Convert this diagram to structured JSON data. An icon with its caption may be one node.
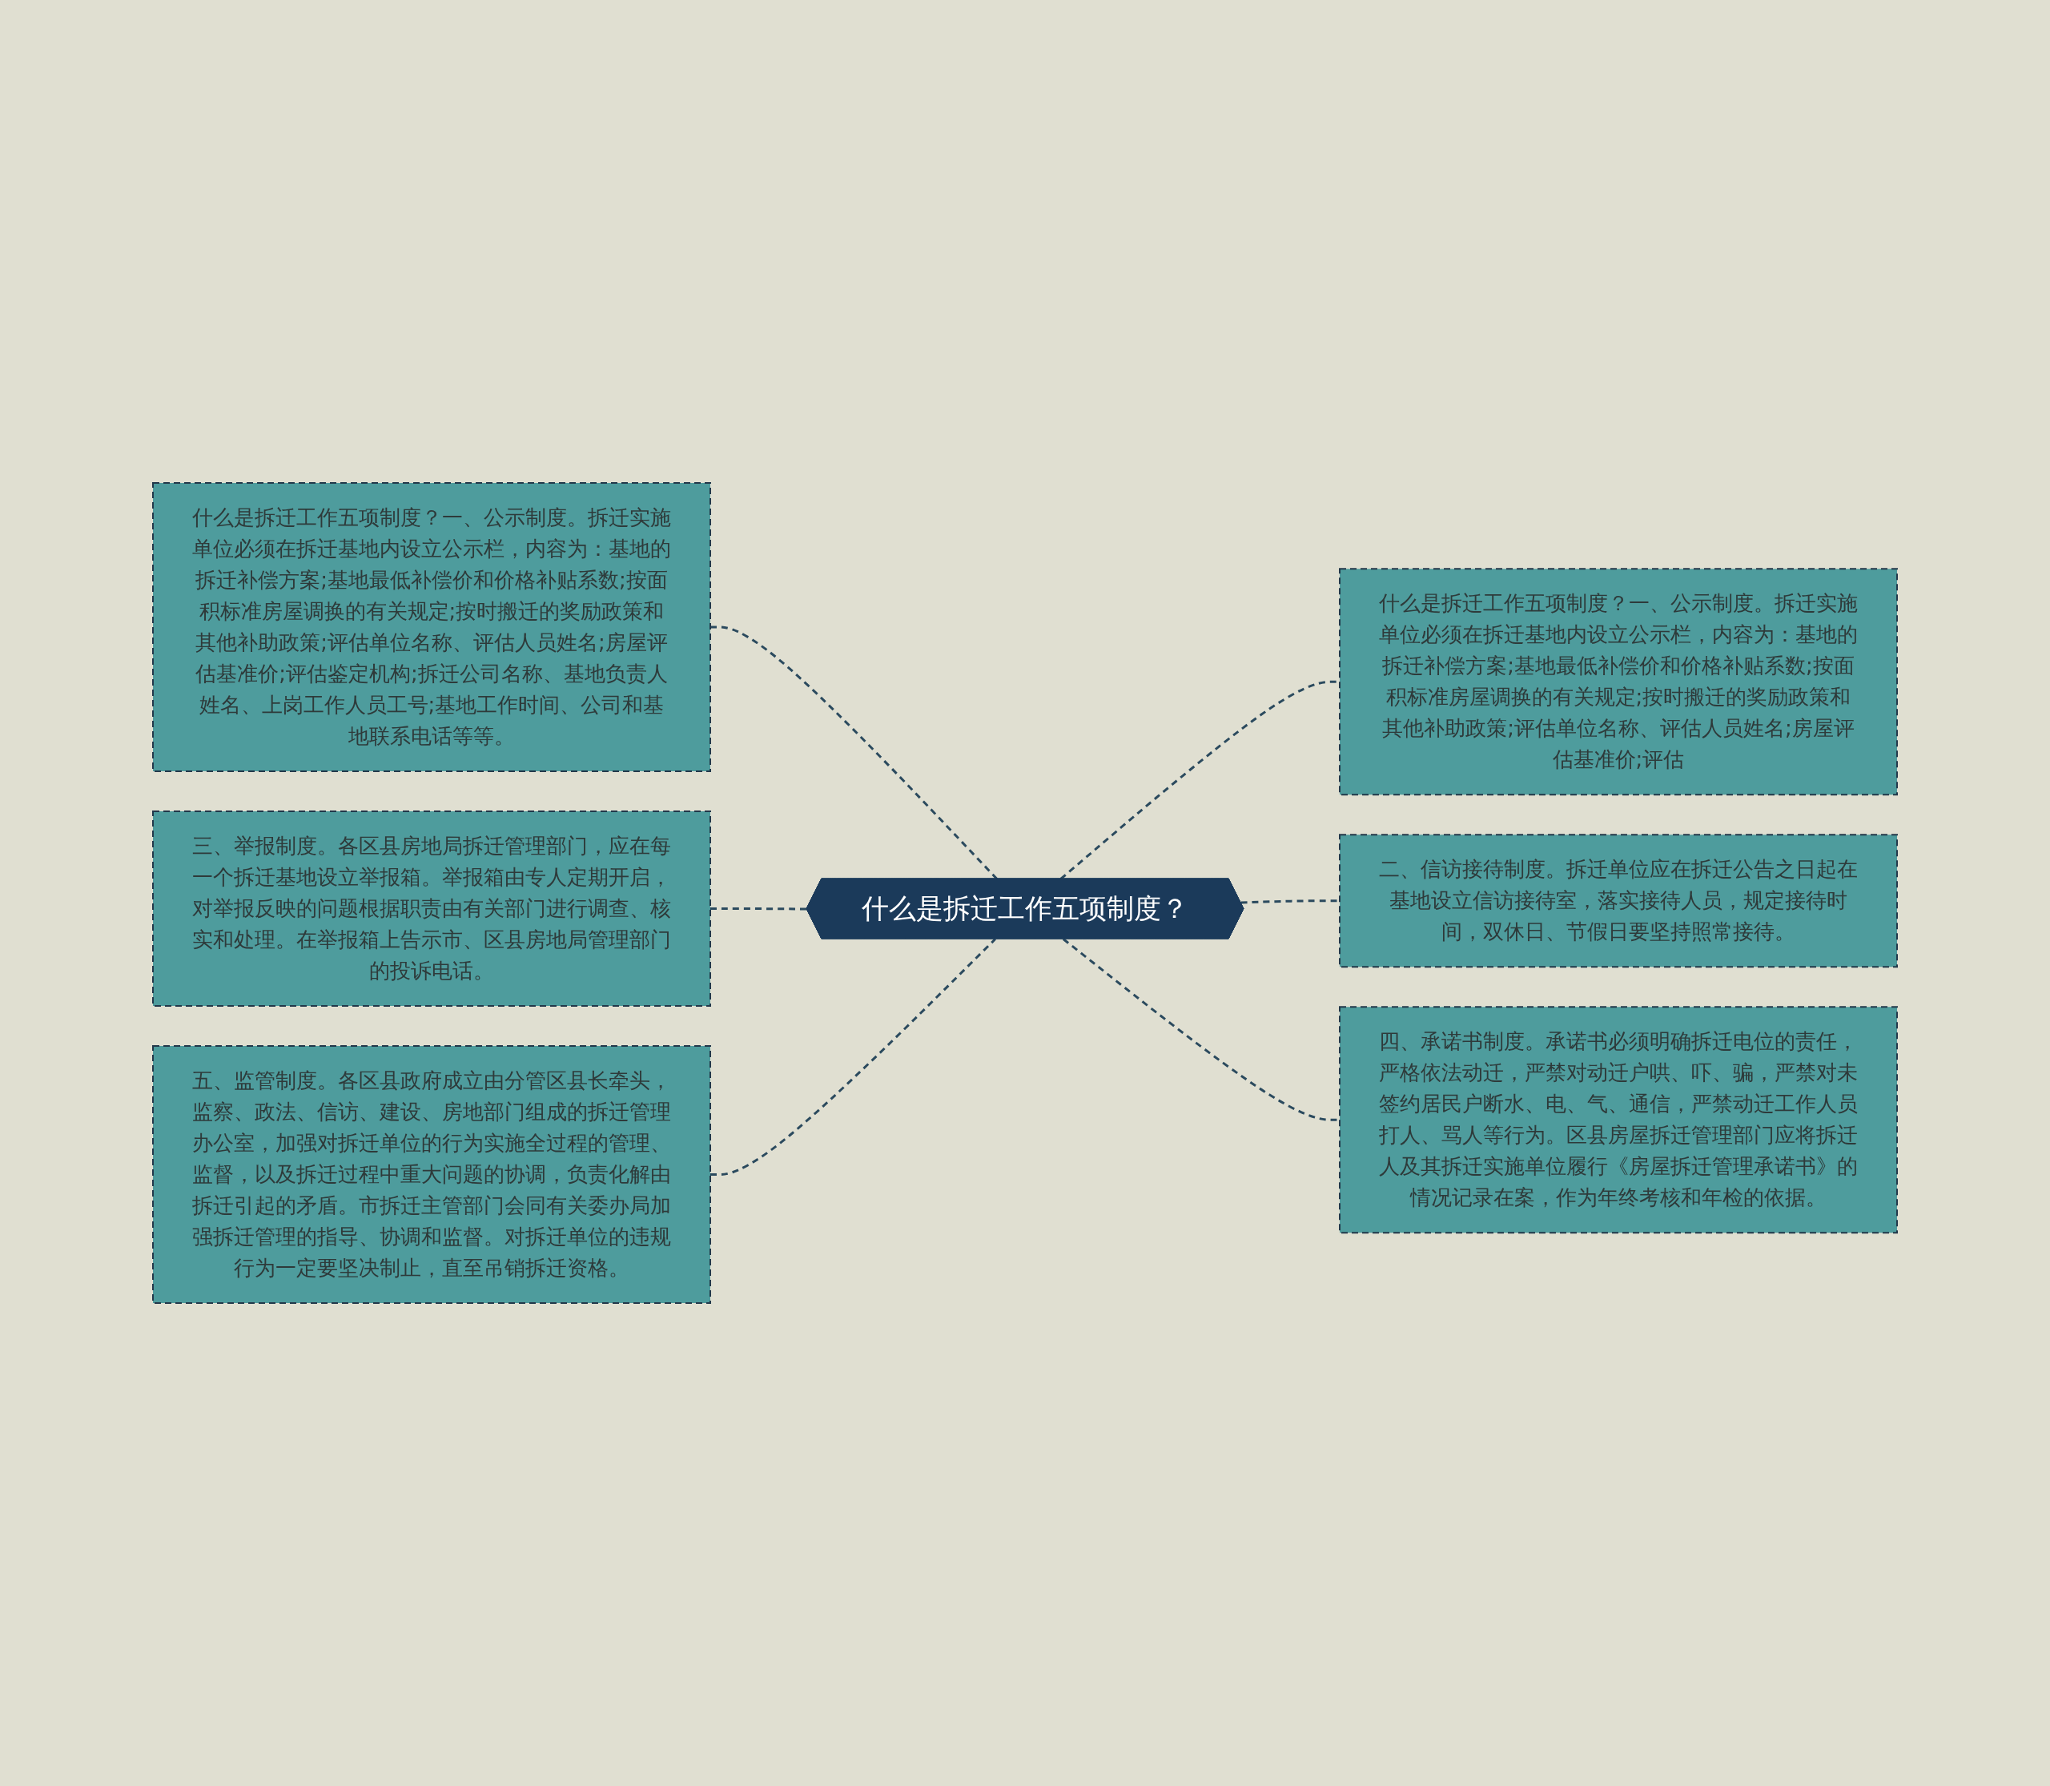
{
  "diagram": {
    "nodes": [
      {
        "text": [
          "什么是拆迁工作五项制度？"
        ]
      },
      {
        "text": [
          "什么是拆迁工作五项制度？一、公示制度。拆迁实施单位必须在拆迁基地内设立公示栏，内容为：基地的拆迁补偿方案;基地最低补偿价和价格补贴系数;按面积标准房屋调换的有关规定;按时搬迁的奖励政策和其他补助政策;评估单位名称、评估人员姓名;房屋评估基准价;评估鉴定机构;拆迁公司名称、基地负责人姓名、上岗工作人员工号;基地工作时间、公司和基地联系电话等等。"
        ]
      },
      {
        "text": [
          "三、举报制度。各区县房地局拆迁管理部门，应在每一个拆迁基地设立举报箱。举报箱由专人定期开启，对举报反映的问题根据职责由有关部门进行调查、核实和处理。在举报箱上告示市、区县房地局管理部门的投诉电话。"
        ]
      },
      {
        "text": [
          "五、监管制度。各区县政府成立由分管区县长牵头，监察、政法、信访、建设、房地部门组成的拆迁管理办公室，加强对拆迁单位的行为实施全过程的管理、监督，以及拆迁过程中重大问题的协调，负责化解由拆迁引起的矛盾。市拆迁主管部门会同有关委办局加强拆迁管理的指导、协调和监督。对拆迁单位的违规行为一定要坚决制止，直至吊销拆迁资格。"
        ]
      },
      {
        "text": [
          "什么是拆迁工作五项制度？一、公示制度。拆迁实施单位必须在拆迁基地内设立公示栏，内容为：基地的拆迁补偿方案;基地最低补偿价和价格补贴系数;按面积标准房屋调换的有关规定;按时搬迁的奖励政策和其他补助政策;评估单位名称、评估人员姓名;房屋评估基准价;评估"
        ]
      },
      {
        "text": [
          "二、信访接待制度。拆迁单位应在拆迁公告之日起在基地设立信访接待室，落实接待人员，规定接待时间，双休日、节假日要坚持照常接待。"
        ]
      },
      {
        "text": [
          "四、承诺书制度。承诺书必须明确拆迁电位的责任，严格依法动迁，严禁对动迁户哄、吓、骗，严禁对未签约居民户断水、电、气、通信，严禁动迁工作人员打人、骂人等行为。区县房屋拆迁管理部门应将拆迁人及其拆迁实施单位履行《房屋拆迁管理承诺书》的情况记录在案，作为年终考核和年检的依据。"
        ]
      }
    ],
    "edges": [
      {
        "from": 0,
        "to": 1,
        "arrow": "none",
        "style": "dashed"
      },
      {
        "from": 0,
        "to": 2,
        "arrow": "none",
        "style": "dashed"
      },
      {
        "from": 0,
        "to": 3,
        "arrow": "none",
        "style": "dashed"
      },
      {
        "from": 0,
        "to": 4,
        "arrow": "none",
        "style": "dashed"
      },
      {
        "from": 0,
        "to": 5,
        "arrow": "none",
        "style": "dashed"
      },
      {
        "from": 0,
        "to": 6,
        "arrow": "none",
        "style": "dashed"
      }
    ]
  }
}
